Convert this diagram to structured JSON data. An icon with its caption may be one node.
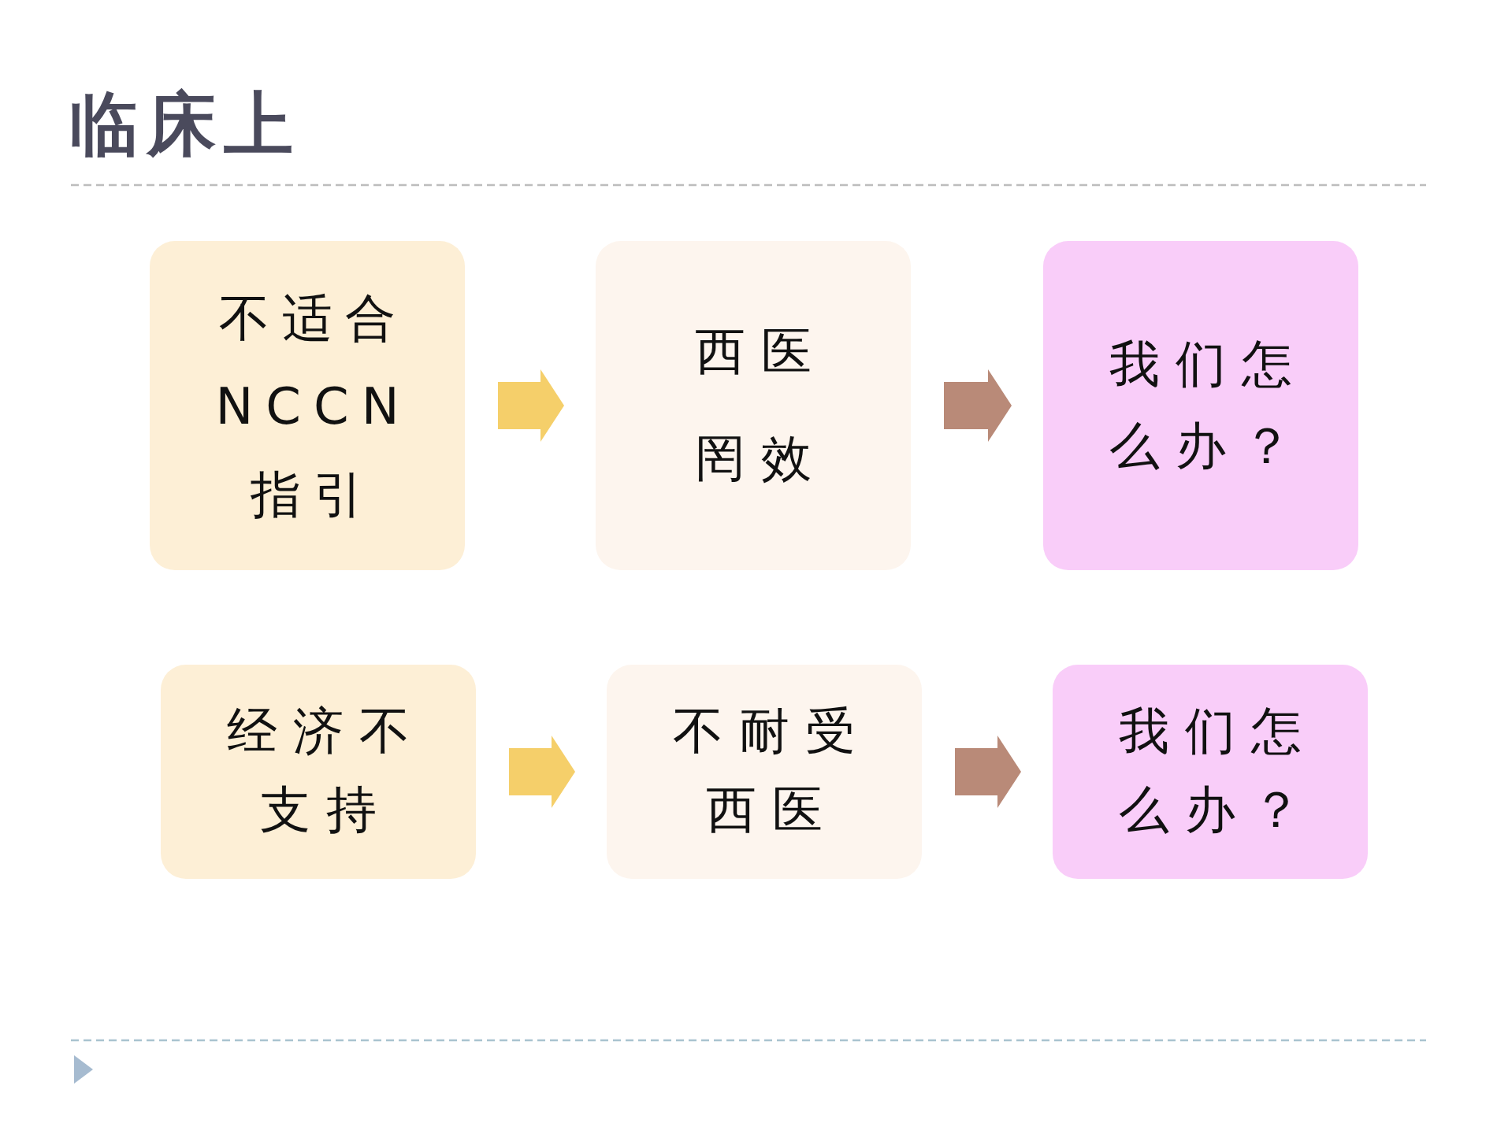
{
  "diagram": {
    "title": "临床上",
    "nodes": [
      {
        "text": [
          "不适合NCCN指引"
        ]
      },
      {
        "text": [
          "西医罔效"
        ]
      },
      {
        "text": [
          "我们怎么办？"
        ]
      },
      {
        "text": [
          "经济不支持"
        ]
      },
      {
        "text": [
          "不耐受西医"
        ]
      },
      {
        "text": [
          "我们怎么办？"
        ]
      }
    ],
    "edges": [
      {
        "from": 0,
        "to": 1,
        "arrow": "to",
        "color": "#f5cf6a"
      },
      {
        "from": 1,
        "to": 2,
        "arrow": "to",
        "color": "#b98a78"
      },
      {
        "from": 3,
        "to": 4,
        "arrow": "to",
        "color": "#f5cf6a"
      },
      {
        "from": 4,
        "to": 5,
        "arrow": "to",
        "color": "#b98a78"
      }
    ]
  }
}
